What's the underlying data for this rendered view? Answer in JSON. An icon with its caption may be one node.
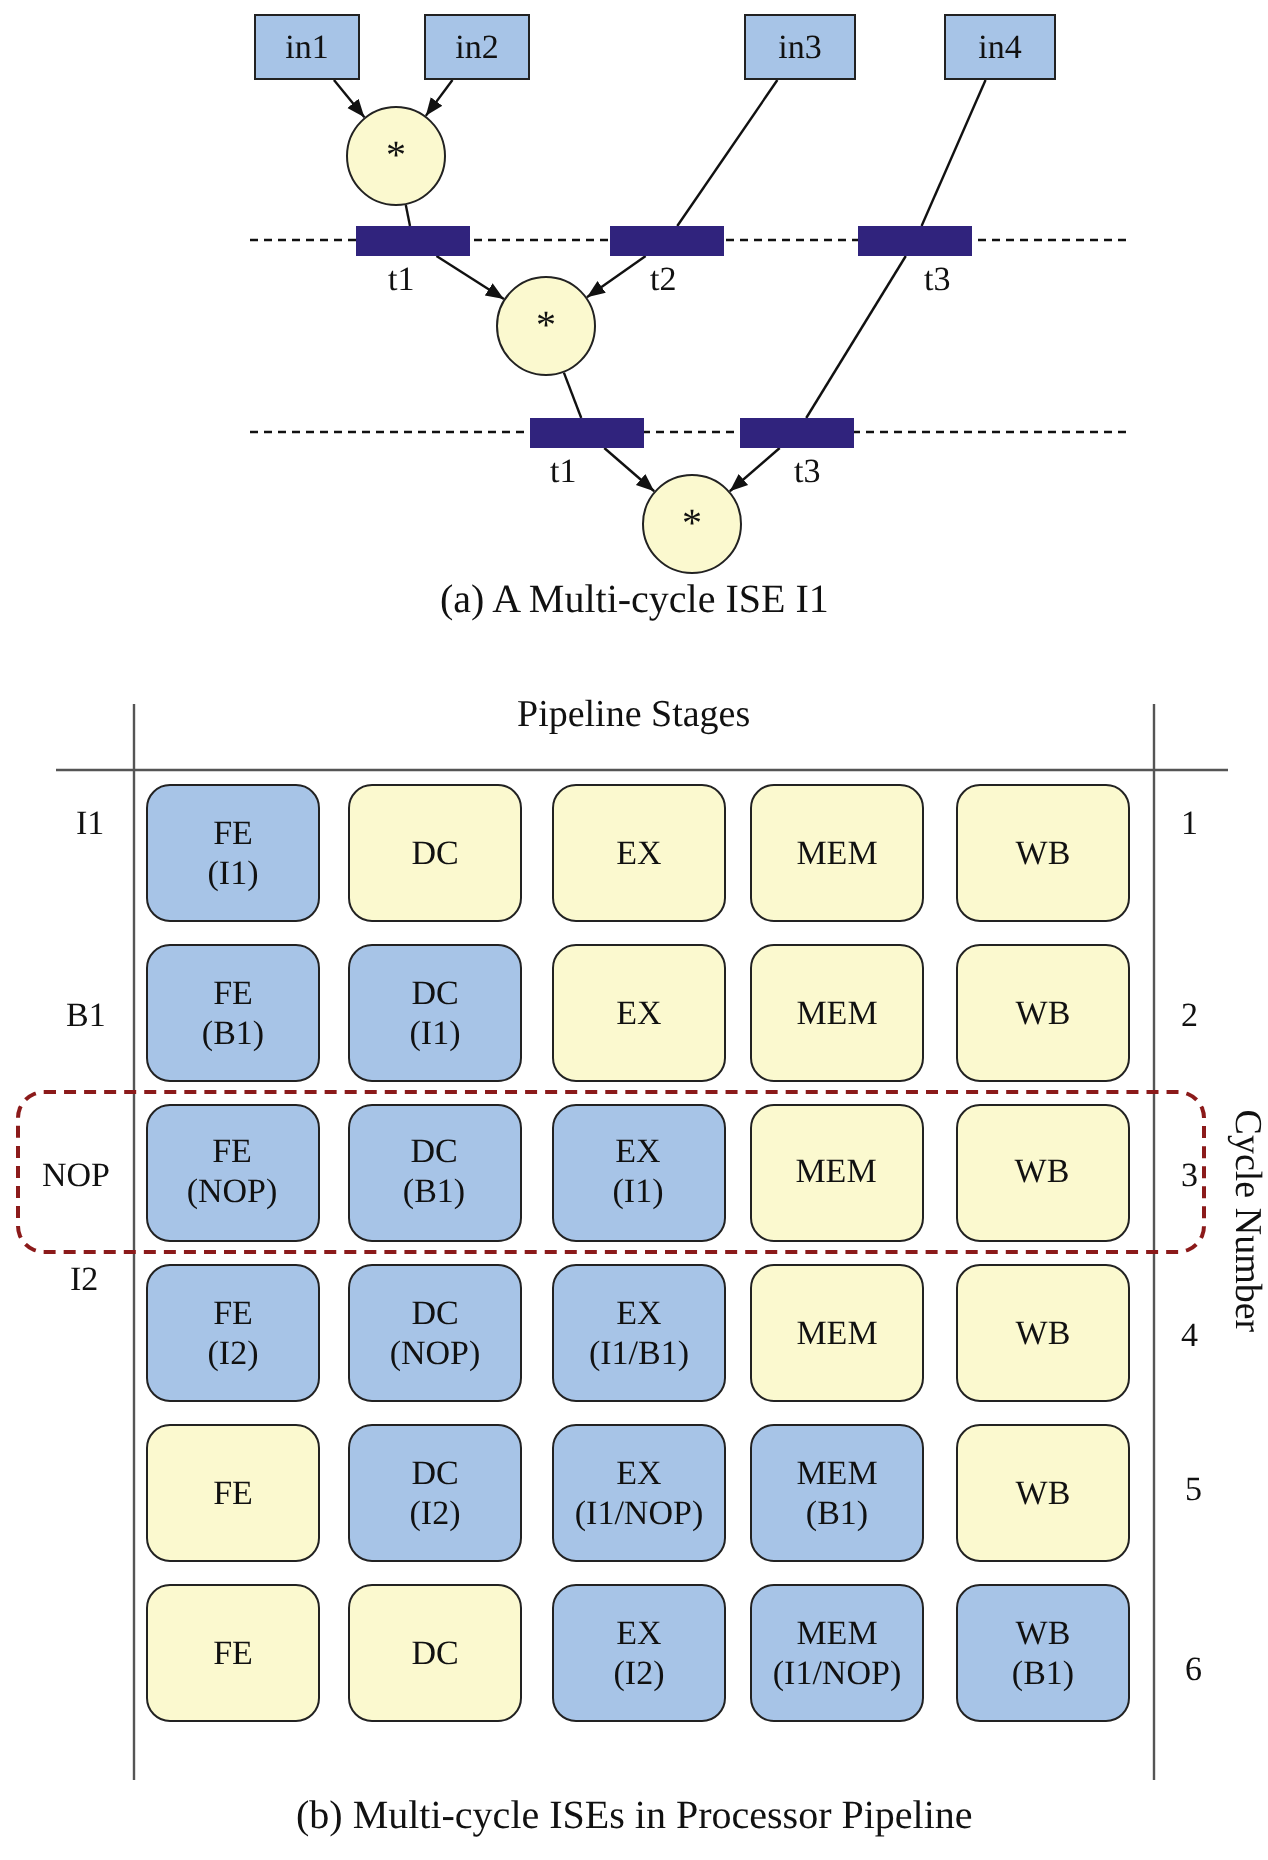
{
  "diagram": {
    "nodes": [
      {
        "text": [
          "in1"
        ]
      },
      {
        "text": [
          "in2"
        ]
      },
      {
        "text": [
          "in3"
        ]
      },
      {
        "text": [
          "in4"
        ]
      },
      {
        "text": [
          "*"
        ]
      },
      {
        "text": [],
        "shape": "bar",
        "beside": [
          "t1"
        ]
      },
      {
        "text": [],
        "shape": "bar",
        "beside": [
          "t2"
        ]
      },
      {
        "text": [],
        "shape": "bar",
        "beside": [
          "t3"
        ]
      },
      {
        "text": [
          "*"
        ]
      },
      {
        "text": [],
        "shape": "bar",
        "beside": [
          "t1"
        ]
      },
      {
        "text": [],
        "shape": "bar",
        "beside": [
          "t3"
        ]
      },
      {
        "text": [
          "*"
        ]
      },
      {
        "text": [
          "FE",
          "(I1)"
        ]
      },
      {
        "text": [
          "DC"
        ]
      },
      {
        "text": [
          "EX"
        ]
      },
      {
        "text": [
          "MEM"
        ]
      },
      {
        "text": [
          "WB"
        ]
      },
      {
        "text": [
          "FE",
          "(B1)"
        ]
      },
      {
        "text": [
          "DC",
          "(I1)"
        ]
      },
      {
        "text": [
          "EX"
        ]
      },
      {
        "text": [
          "MEM"
        ]
      },
      {
        "text": [
          "WB"
        ]
      },
      {
        "text": [],
        "shape": "box"
      },
      {
        "text": [
          "FE",
          "(NOP)"
        ],
        "in": 22
      },
      {
        "text": [
          "DC",
          "(B1)"
        ],
        "in": 22
      },
      {
        "text": [
          "EX",
          "(I1)"
        ],
        "in": 22
      },
      {
        "text": [
          "MEM"
        ],
        "in": 22
      },
      {
        "text": [
          "WB"
        ],
        "in": 22
      },
      {
        "text": [
          "FE",
          "(I2)"
        ]
      },
      {
        "text": [
          "DC",
          "(NOP)"
        ]
      },
      {
        "text": [
          "EX",
          "(I1/B1)"
        ]
      },
      {
        "text": [
          "MEM"
        ]
      },
      {
        "text": [
          "WB"
        ]
      },
      {
        "text": [
          "FE"
        ]
      },
      {
        "text": [
          "DC",
          "(I2)"
        ]
      },
      {
        "text": [
          "EX",
          "(I1/NOP)"
        ]
      },
      {
        "text": [
          "MEM",
          "(B1)"
        ]
      },
      {
        "text": [
          "WB"
        ]
      },
      {
        "text": [
          "FE"
        ]
      },
      {
        "text": [
          "DC"
        ]
      },
      {
        "text": [
          "EX",
          "(I2)"
        ]
      },
      {
        "text": [
          "MEM",
          "(I1/NOP)"
        ]
      },
      {
        "text": [
          "WB",
          "(B1)"
        ]
      }
    ],
    "edges": [
      {
        "from": 0,
        "to": 4,
        "arrow": "to"
      },
      {
        "from": 1,
        "to": 4,
        "arrow": "to"
      },
      {
        "from": 4,
        "to": 5,
        "arrow": "none"
      },
      {
        "from": 2,
        "to": 6,
        "arrow": "none"
      },
      {
        "from": 3,
        "to": 7,
        "arrow": "none"
      },
      {
        "from": 5,
        "to": 8,
        "arrow": "to"
      },
      {
        "from": 6,
        "to": 8,
        "arrow": "to"
      },
      {
        "from": 8,
        "to": 9,
        "arrow": "none"
      },
      {
        "from": 7,
        "to": 10,
        "arrow": "none"
      },
      {
        "from": 9,
        "to": 11,
        "arrow": "to"
      },
      {
        "from": 10,
        "to": 11,
        "arrow": "to"
      }
    ],
    "labels": [
      "(a) A Multi-cycle ISE I1",
      "Pipeline Stages",
      "I1",
      "1",
      "B1",
      "2",
      "NOP",
      "3",
      "Cycle Number",
      "I2",
      "4",
      "5",
      "6",
      "(b) Multi-cycle ISEs in Processor Pipeline"
    ]
  }
}
